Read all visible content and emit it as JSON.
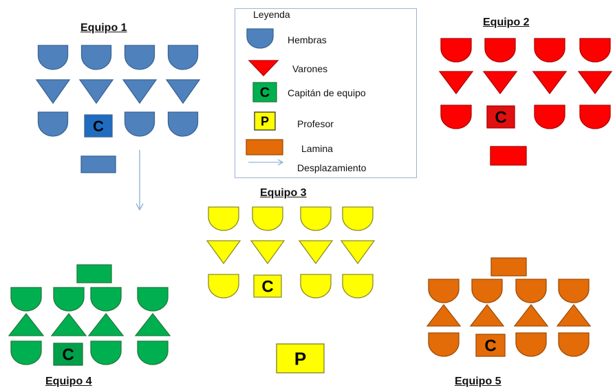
{
  "legend": {
    "title": "Leyenda",
    "items": [
      {
        "label": "Hembras",
        "icon": "female-shape-icon"
      },
      {
        "label": "Varones",
        "icon": "male-triangle-icon"
      },
      {
        "label": "Capitán de equipo",
        "icon": "captain-c-icon",
        "glyph": "C"
      },
      {
        "label": "Profesor",
        "icon": "teacher-p-icon",
        "glyph": "P"
      },
      {
        "label": "Lamina",
        "icon": "lamina-rect-icon"
      },
      {
        "label": "Desplazamiento",
        "icon": "movement-arrow-icon"
      }
    ]
  },
  "captain_letter": "C",
  "teacher_letter": "P",
  "teams": [
    {
      "name": "Equipo 1",
      "fill": "#4f81bd",
      "stroke": "#3a6494",
      "captain_fill": "#1f6cc0"
    },
    {
      "name": "Equipo 2",
      "fill": "#ff0000",
      "stroke": "#b00000",
      "captain_fill": "#e01010"
    },
    {
      "name": "Equipo 3",
      "fill": "#ffff00",
      "stroke": "#8c8c2a",
      "captain_fill": "#ffff00"
    },
    {
      "name": "Equipo 4",
      "fill": "#00b050",
      "stroke": "#1f7a3d",
      "captain_fill": "#00a04a"
    },
    {
      "name": "Equipo 5",
      "fill": "#e36c09",
      "stroke": "#9e4b06",
      "captain_fill": "#e36c09"
    }
  ],
  "teacher": {
    "fill": "#ffff00",
    "stroke": "#7f7f2a"
  },
  "legend_colors": {
    "female": "#4f81bd",
    "male": "#ff0000",
    "captain": "#00b050",
    "teacher": "#ffff00",
    "lamina": "#e36c09",
    "arrow": "#7fa3cf"
  }
}
